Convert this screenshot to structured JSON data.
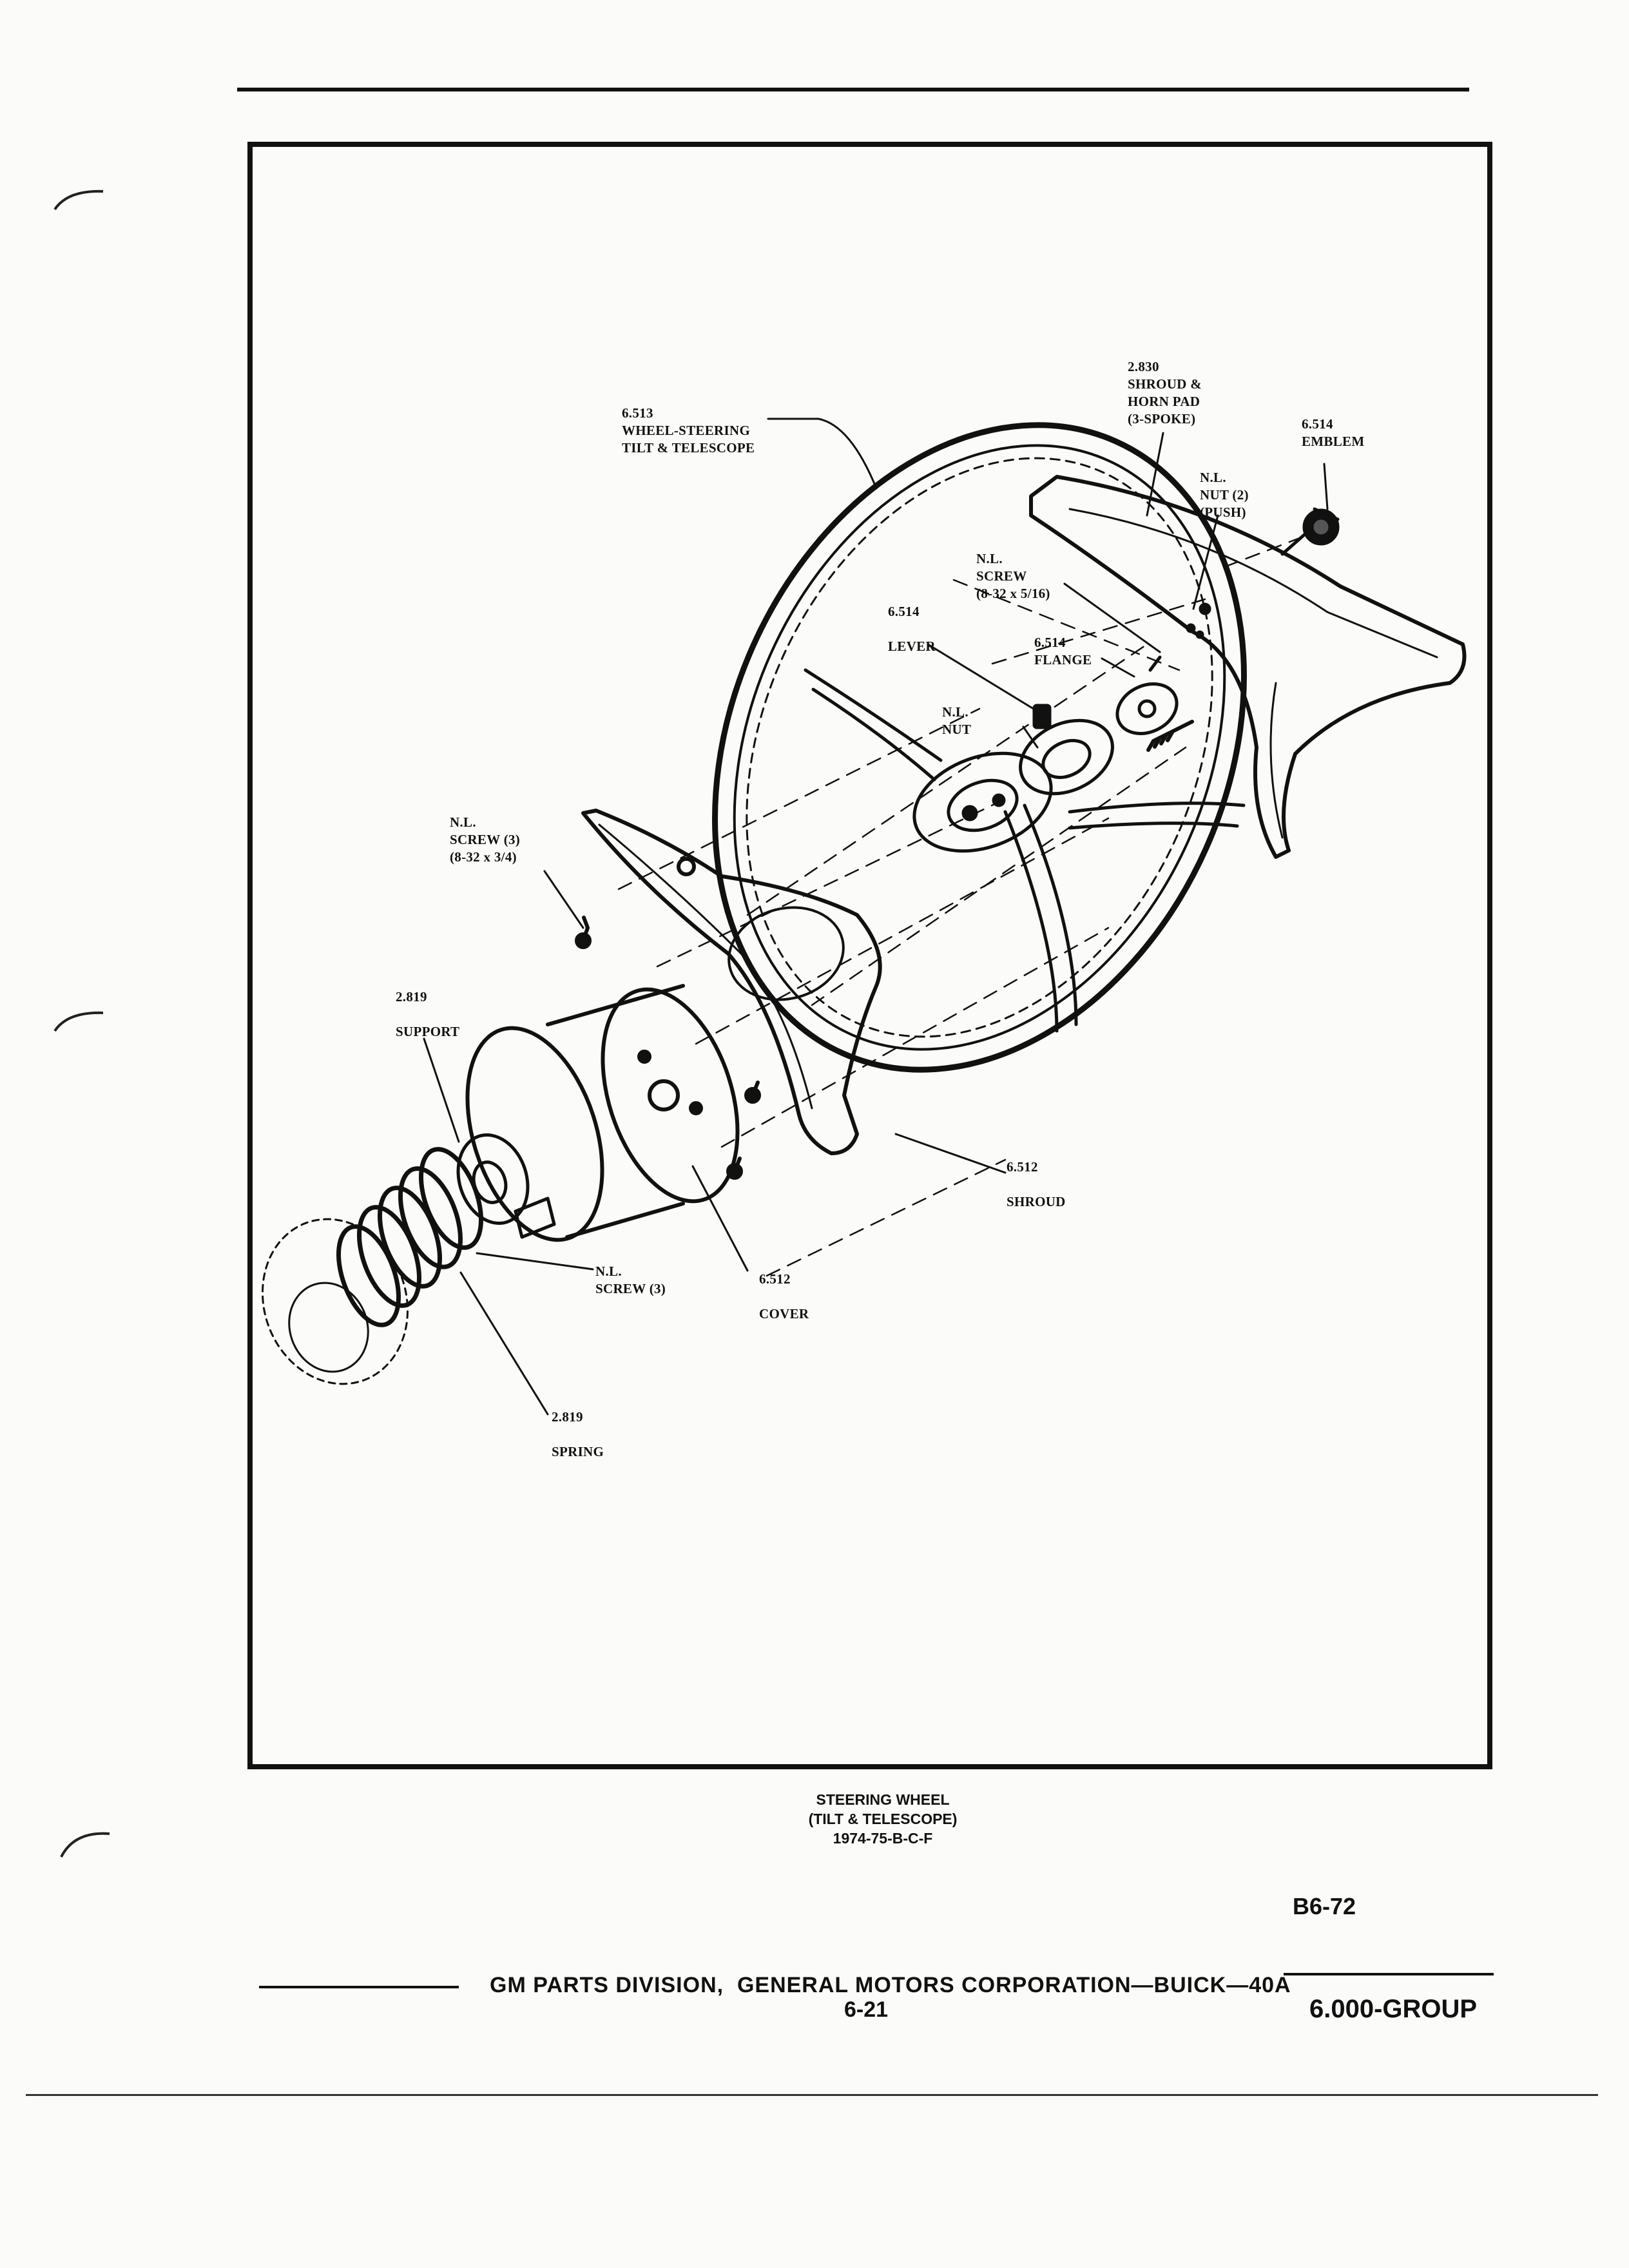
{
  "labels": {
    "shroud_horn_pad": "2.830\nSHROUD &\nHORN PAD\n(3-SPOKE)",
    "wheel": "6.513\nWHEEL-STEERING\nTILT & TELESCOPE",
    "emblem": "6.514\nEMBLEM",
    "nut_push": "N.L.\nNUT (2)\n(PUSH)",
    "screw_5_16": "N.L.\nSCREW\n(8-32 x 5/16)",
    "lever": "6.514\n\nLEVER",
    "flange": "6.514\nFLANGE",
    "nut": "N.L.\nNUT",
    "screw_3_4": "N.L.\nSCREW (3)\n(8-32 x 3/4)",
    "support": "2.819\n\nSUPPORT",
    "shroud": "6.512\n\nSHROUD",
    "screw_3": "N.L.\nSCREW (3)",
    "cover": "6.512\n\nCOVER",
    "spring": "2.819\n\nSPRING"
  },
  "caption": {
    "line1": "STEERING WHEEL",
    "line2": "(TILT & TELESCOPE)",
    "line3": "1974-75-B-C-F"
  },
  "page_code": "B6-72",
  "footer": {
    "text": "GM PARTS DIVISION,  GENERAL MOTORS CORPORATION—BUICK—40A",
    "page": "6-21",
    "group": "6.000-GROUP"
  }
}
